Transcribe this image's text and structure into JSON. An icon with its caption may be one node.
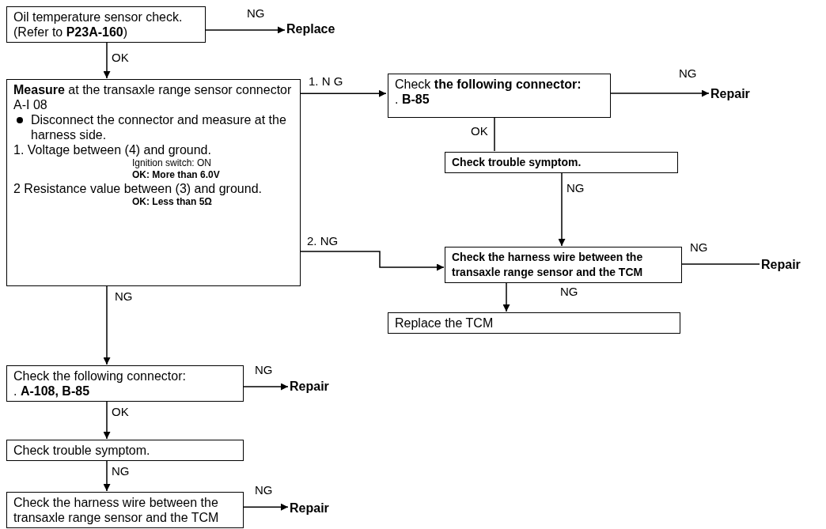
{
  "diagram": {
    "nodes": [
      {
        "text": [
          "Oil temperature sensor check. (Refer to **P23A-160**)"
        ]
      },
      {
        "text": [
          "Replace"
        ]
      },
      {
        "text": [
          "**Measure** at the transaxle range sensor connector A-I 08",
          "Disconnect the connector and measure at the harness side.",
          "1. Voltage between (4) and ground.",
          "Ignition switch: ON",
          "OK: More than 6.0V",
          "2 Resistance value between (3) and ground.",
          "OK: Less than 5Ω"
        ]
      },
      {
        "text": [
          "Check **the following connector:**",
          ". **B-85**"
        ]
      },
      {
        "text": [
          "Repair"
        ]
      },
      {
        "text": [
          "Check trouble symptom."
        ]
      },
      {
        "text": [
          "Check the harness wire between the transaxle range sensor and the TCM"
        ]
      },
      {
        "text": [
          "Repair"
        ]
      },
      {
        "text": [
          "Replace the TCM"
        ]
      },
      {
        "text": [
          "Check the following connector:",
          ". **A-108, B-85**"
        ]
      },
      {
        "text": [
          "Repair"
        ]
      },
      {
        "text": [
          "Check trouble symptom."
        ]
      },
      {
        "text": [
          "Check the harness wire between the transaxle range sensor and the TCM"
        ]
      },
      {
        "text": [
          "Repair"
        ]
      }
    ],
    "edges": [
      {
        "from": 0,
        "to": 1,
        "arrow": "to",
        "label": "NG"
      },
      {
        "from": 0,
        "to": 2,
        "arrow": "to",
        "label": "OK"
      },
      {
        "from": 2,
        "to": 3,
        "arrow": "to",
        "label": "1. N G"
      },
      {
        "from": 3,
        "to": 4,
        "arrow": "to",
        "label": "NG"
      },
      {
        "from": 3,
        "to": 5,
        "arrow": "none",
        "label": "OK"
      },
      {
        "from": 5,
        "to": 6,
        "arrow": "to",
        "label": "NG"
      },
      {
        "from": 6,
        "to": 7,
        "arrow": "none",
        "label": "NG"
      },
      {
        "from": 6,
        "to": 8,
        "arrow": "to",
        "label": "NG"
      },
      {
        "from": 2,
        "to": 6,
        "arrow": "to",
        "label": "2. NG"
      },
      {
        "from": 2,
        "to": 9,
        "arrow": "to",
        "label": "NG"
      },
      {
        "from": 9,
        "to": 10,
        "arrow": "to",
        "label": "NG"
      },
      {
        "from": 9,
        "to": 11,
        "arrow": "to",
        "label": "OK"
      },
      {
        "from": 11,
        "to": 12,
        "arrow": "to",
        "label": "NG"
      },
      {
        "from": 12,
        "to": 13,
        "arrow": "to",
        "label": "NG"
      }
    ]
  }
}
